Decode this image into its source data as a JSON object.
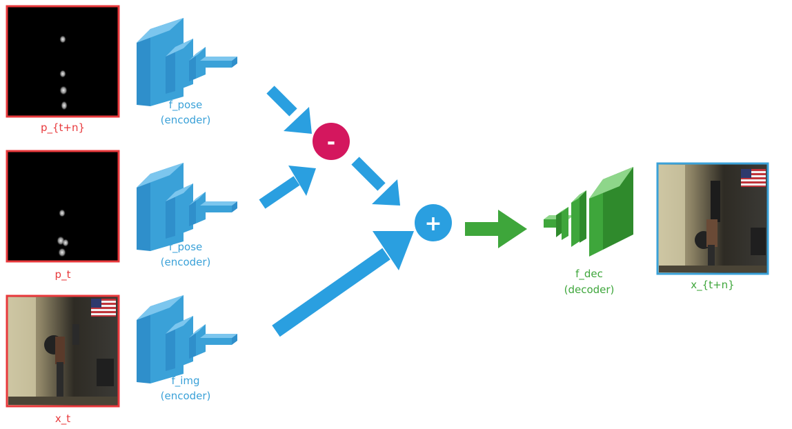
{
  "inputs": {
    "pose_future": {
      "label": "p_{t+n}"
    },
    "pose_current": {
      "label": "p_t"
    },
    "image_current": {
      "label": "x_t"
    }
  },
  "encoders": [
    {
      "name": "f_pose",
      "role": "(encoder)"
    },
    {
      "name": "f_pose",
      "role": "(encoder)"
    },
    {
      "name": "f_img",
      "role": "(encoder)"
    }
  ],
  "operators": {
    "subtract": "-",
    "add": "+"
  },
  "decoder": {
    "name": "f_dec",
    "role": "(decoder)"
  },
  "output": {
    "label": "x_{t+n}"
  },
  "colors": {
    "input_border": "#e8393c",
    "encoder": "#3aa1d8",
    "subtract_node": "#d4175e",
    "add_node": "#2a9fe0",
    "decoder": "#3ea63b",
    "output_border": "#3aa1d8"
  }
}
